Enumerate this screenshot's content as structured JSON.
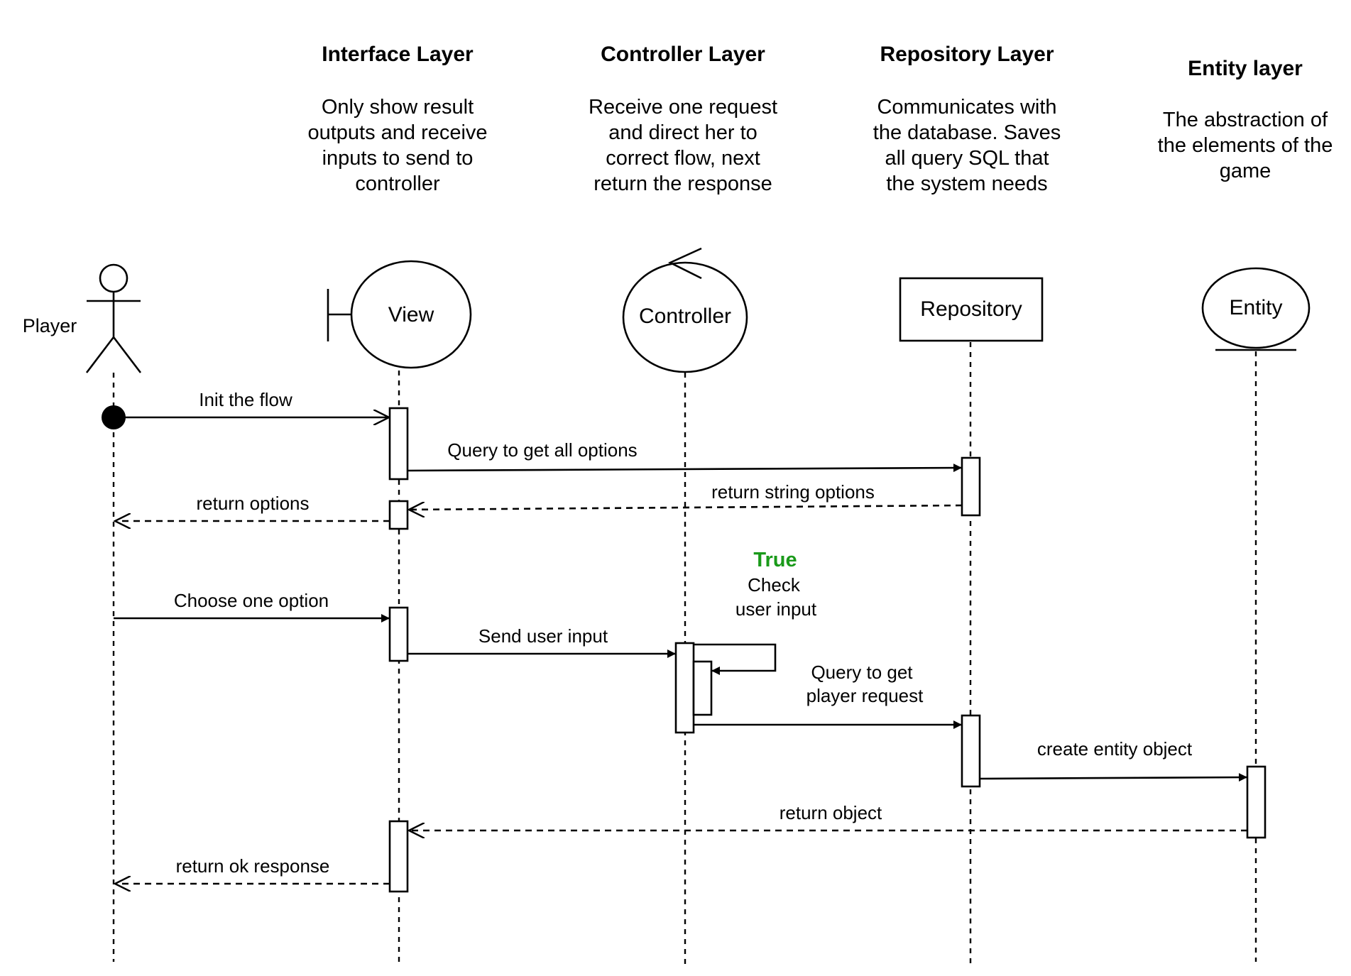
{
  "layers": {
    "interface": {
      "title": "Interface Layer",
      "desc": [
        "Only show result",
        "outputs and receive",
        "inputs to send to",
        "controller"
      ]
    },
    "controller": {
      "title": "Controller Layer",
      "desc": [
        "Receive one request",
        "and direct her to",
        "correct flow, next",
        "return the response"
      ]
    },
    "repository": {
      "title": "Repository Layer",
      "desc": [
        "Communicates with",
        "the database. Saves",
        "all query SQL that",
        "the system needs"
      ]
    },
    "entity": {
      "title": "Entity layer",
      "desc": [
        "The abstraction of",
        "the  elements of the",
        "game"
      ]
    }
  },
  "participants": {
    "player": "Player",
    "view": "View",
    "controller": "Controller",
    "repository": "Repository",
    "entity": "Entity"
  },
  "messages": {
    "init": "Init the flow",
    "query_options": "Query to get all options",
    "return_string_options": "return string options",
    "return_options": "return options",
    "choose_option": "Choose one option",
    "send_input": "Send user input",
    "check_true": "True",
    "check_line1": "Check",
    "check_line2": "user input",
    "query_player_line1": "Query to get",
    "query_player_line2": "player request",
    "create_entity": "create entity object",
    "return_object": "return object",
    "return_ok": "return ok response"
  },
  "colors": {
    "true_label": "#1a9a1a",
    "stroke": "#000000",
    "background": "#ffffff"
  }
}
